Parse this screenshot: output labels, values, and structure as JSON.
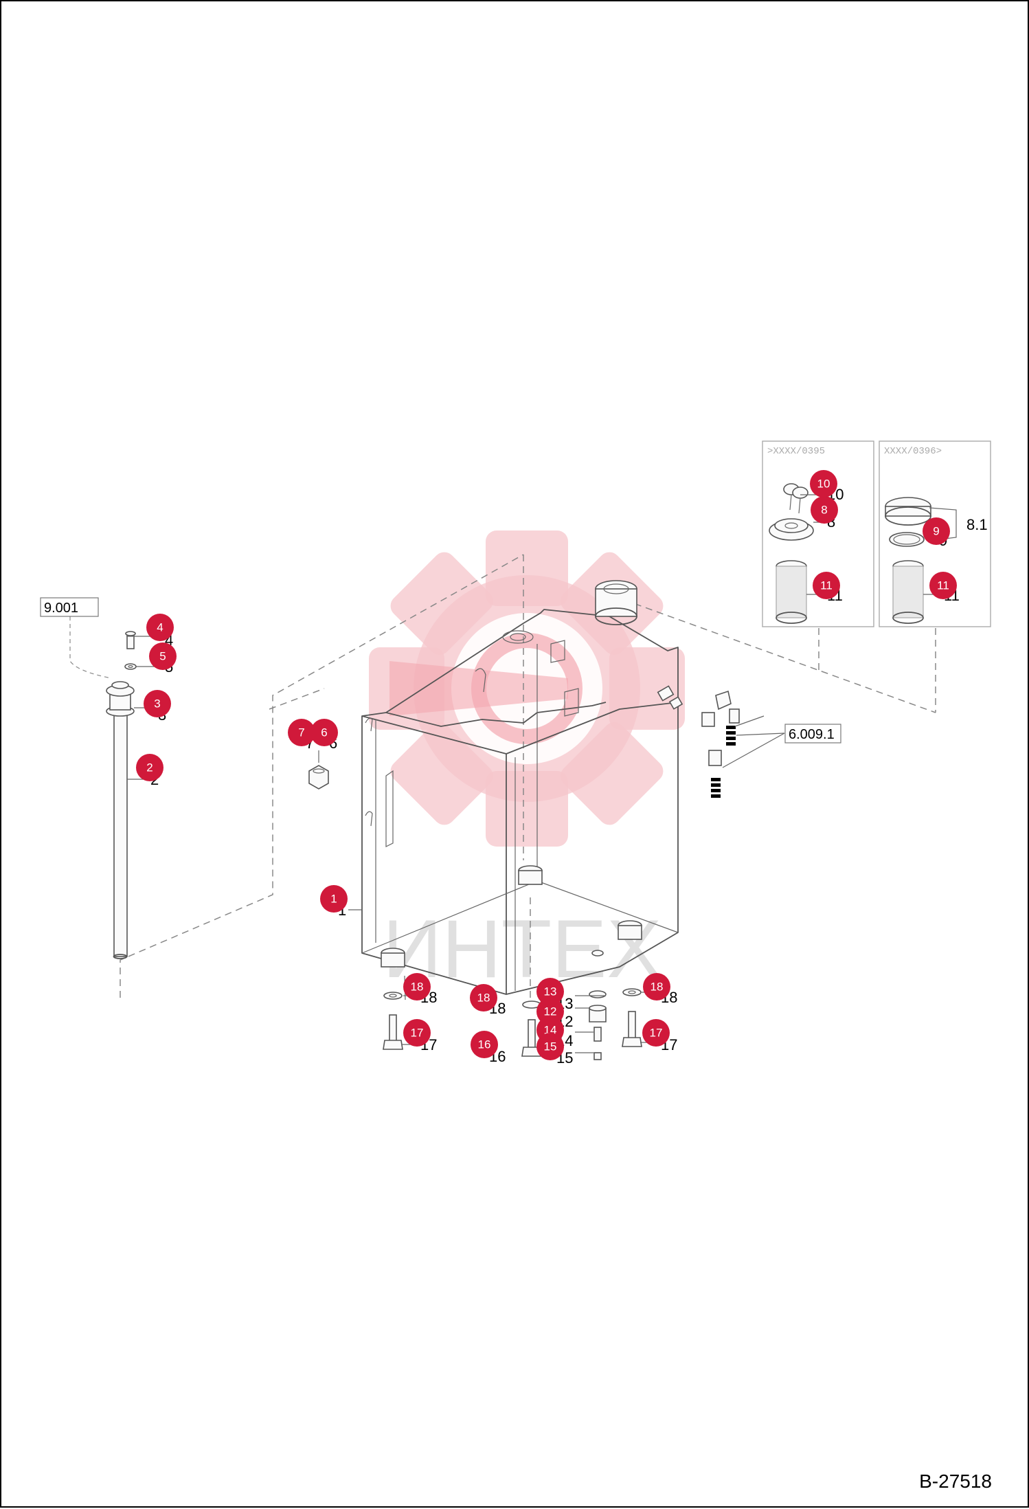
{
  "drawing_number": "B-27518",
  "watermark": {
    "text": "ИНТЕХ",
    "color": "#f6c6cb"
  },
  "callout_color": "#d0193a",
  "reference_labels": [
    "9.001",
    "6.009.1"
  ],
  "insets": [
    {
      "label": ">XXXX/0395"
    },
    {
      "label": "XXXX/0396>"
    }
  ],
  "callouts": [
    "1",
    "2",
    "3",
    "4",
    "5",
    "6",
    "7",
    "8",
    "9",
    "10",
    "11",
    "11",
    "12",
    "13",
    "14",
    "15",
    "16",
    "17",
    "17",
    "18",
    "18",
    "18"
  ],
  "part_numbers": [
    "1",
    "2",
    "3",
    "4",
    "5",
    "6",
    "7",
    "8",
    "8.1",
    "9",
    "10",
    "11",
    "11",
    "12",
    "13",
    "14",
    "15",
    "16",
    "17",
    "17",
    "18",
    "18",
    "18"
  ]
}
